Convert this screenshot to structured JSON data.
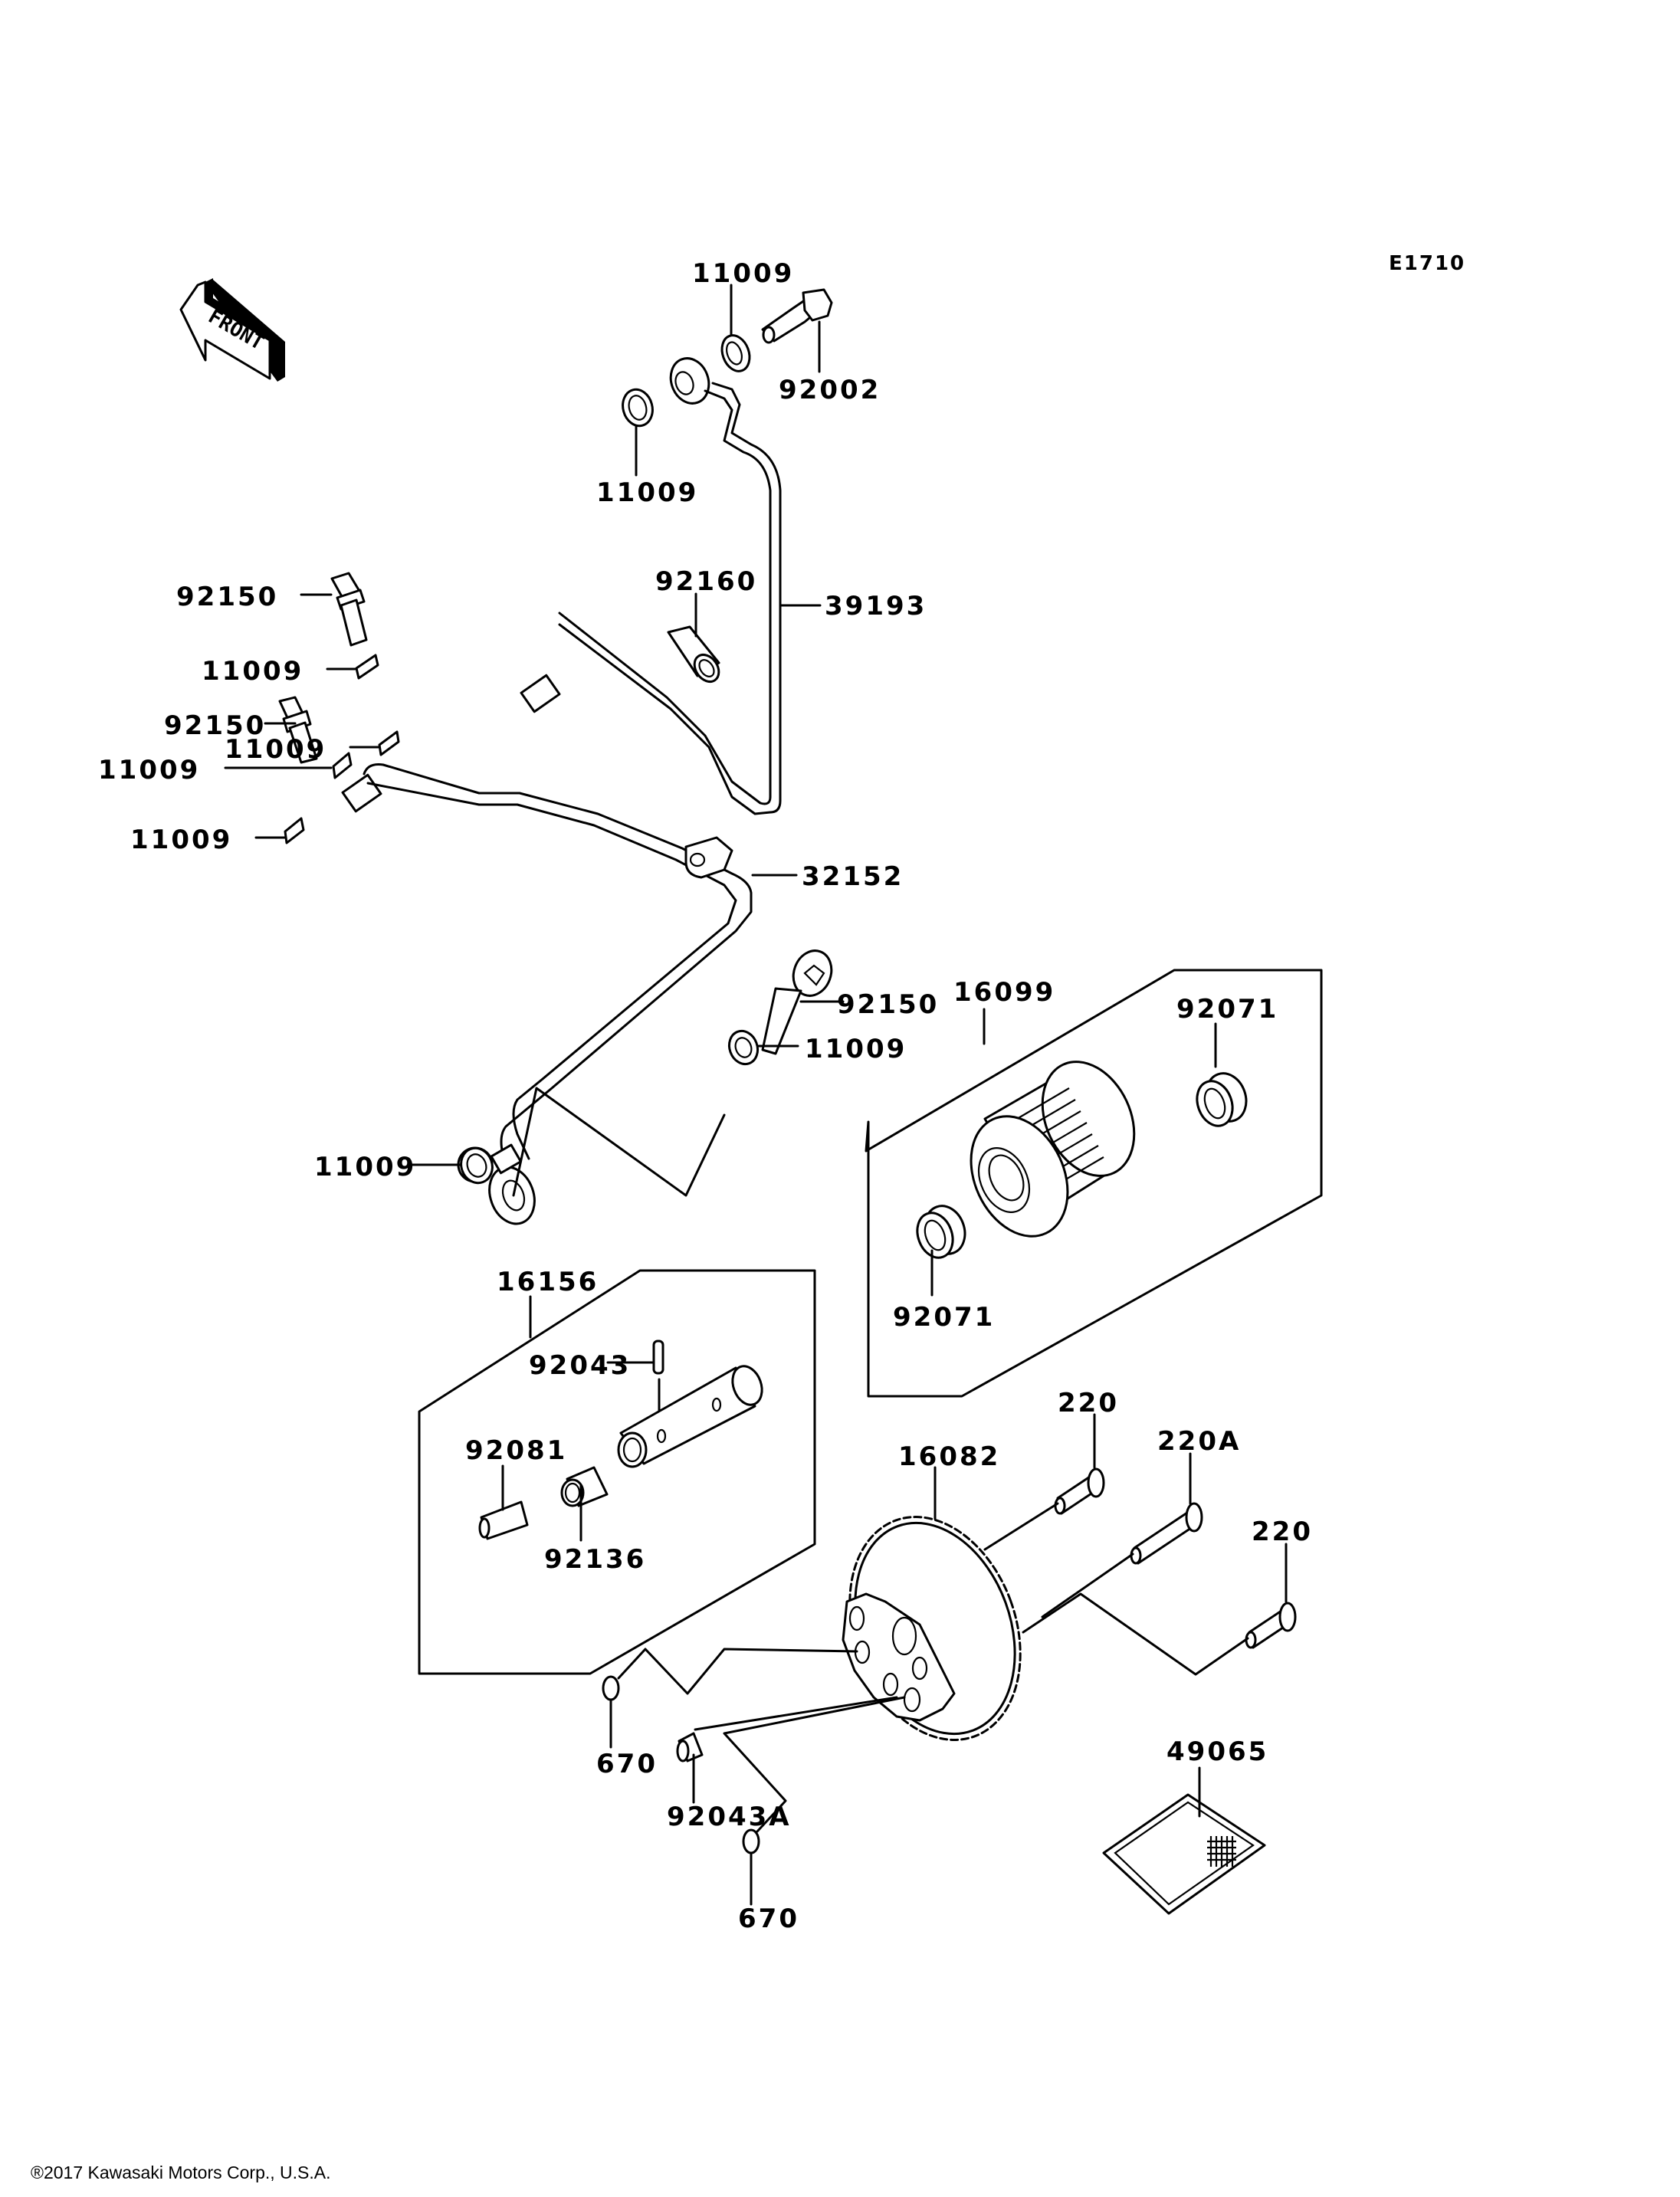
{
  "diagram": {
    "reference_code": "E1710",
    "front_indicator": "FRONT",
    "copyright": "®2017 Kawasaki Motors Corp., U.S.A.",
    "callouts": {
      "washer_top": "11009",
      "banjo_bolt_top": "92002",
      "washer_top_left": "11009",
      "collar": "92160",
      "pipe_upper": "39193",
      "bolt_upper_1": "92150",
      "washer_upper_1": "11009",
      "bolt_upper_2": "92150",
      "washer_upper_2": "11009",
      "washer_upper_3": "11009",
      "washer_upper_4": "11009",
      "pipe_lower": "32152",
      "bolt_lower": "92150",
      "washer_lower_right": "11009",
      "washer_lower_left": "11009",
      "filter_assy": "16099",
      "filter_oring_top": "92071",
      "filter_oring_bottom": "92071",
      "valve_assy": "16156",
      "valve_pin": "92043",
      "valve_spring": "92081",
      "valve_collar": "92136",
      "pump_assy": "16082",
      "pump_bolt_1": "220",
      "pump_bolt_long": "220A",
      "pump_bolt_2": "220",
      "oring_left": "670",
      "pump_dowel": "92043A",
      "oring_bottom": "670",
      "strainer": "49065"
    }
  }
}
